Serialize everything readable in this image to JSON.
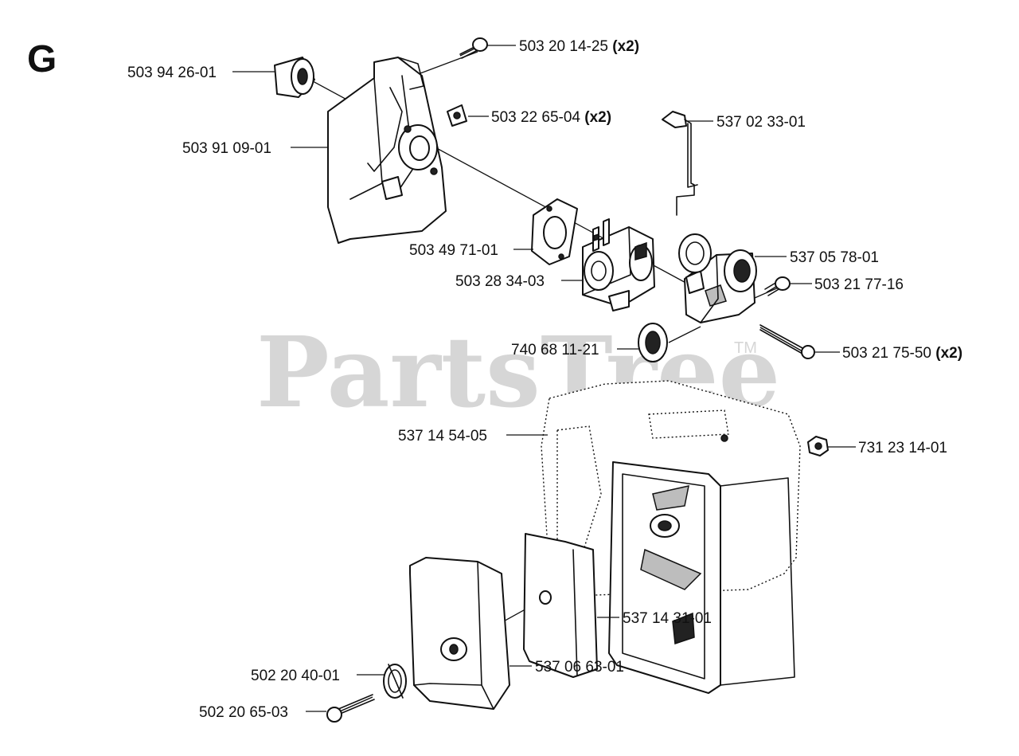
{
  "section_letter": "G",
  "watermark": {
    "text": "PartsTree",
    "trademark": "TM"
  },
  "colors": {
    "line": "#111111",
    "watermark": "#d6d6d6",
    "background": "#ffffff"
  },
  "parts": [
    {
      "id": "p1",
      "number": "503 20 14-25",
      "qty": "(x2)"
    },
    {
      "id": "p2",
      "number": "503 94 26-01",
      "qty": ""
    },
    {
      "id": "p3",
      "number": "503 22 65-04",
      "qty": "(x2)"
    },
    {
      "id": "p4",
      "number": "537 02 33-01",
      "qty": ""
    },
    {
      "id": "p5",
      "number": "503 91 09-01",
      "qty": ""
    },
    {
      "id": "p6",
      "number": "503 49 71-01",
      "qty": ""
    },
    {
      "id": "p7",
      "number": "537 05 78-01",
      "qty": ""
    },
    {
      "id": "p8",
      "number": "503 28 34-03",
      "qty": ""
    },
    {
      "id": "p9",
      "number": "503 21 77-16",
      "qty": ""
    },
    {
      "id": "p10",
      "number": "740 68 11-21",
      "qty": ""
    },
    {
      "id": "p11",
      "number": "503 21 75-50",
      "qty": "(x2)"
    },
    {
      "id": "p12",
      "number": "537 14 54-05",
      "qty": ""
    },
    {
      "id": "p13",
      "number": "731 23 14-01",
      "qty": ""
    },
    {
      "id": "p14",
      "number": "537 14 31-01",
      "qty": ""
    },
    {
      "id": "p15",
      "number": "537 06 63-01",
      "qty": ""
    },
    {
      "id": "p16",
      "number": "502 20 40-01",
      "qty": ""
    },
    {
      "id": "p17",
      "number": "502 20 65-03",
      "qty": ""
    }
  ]
}
